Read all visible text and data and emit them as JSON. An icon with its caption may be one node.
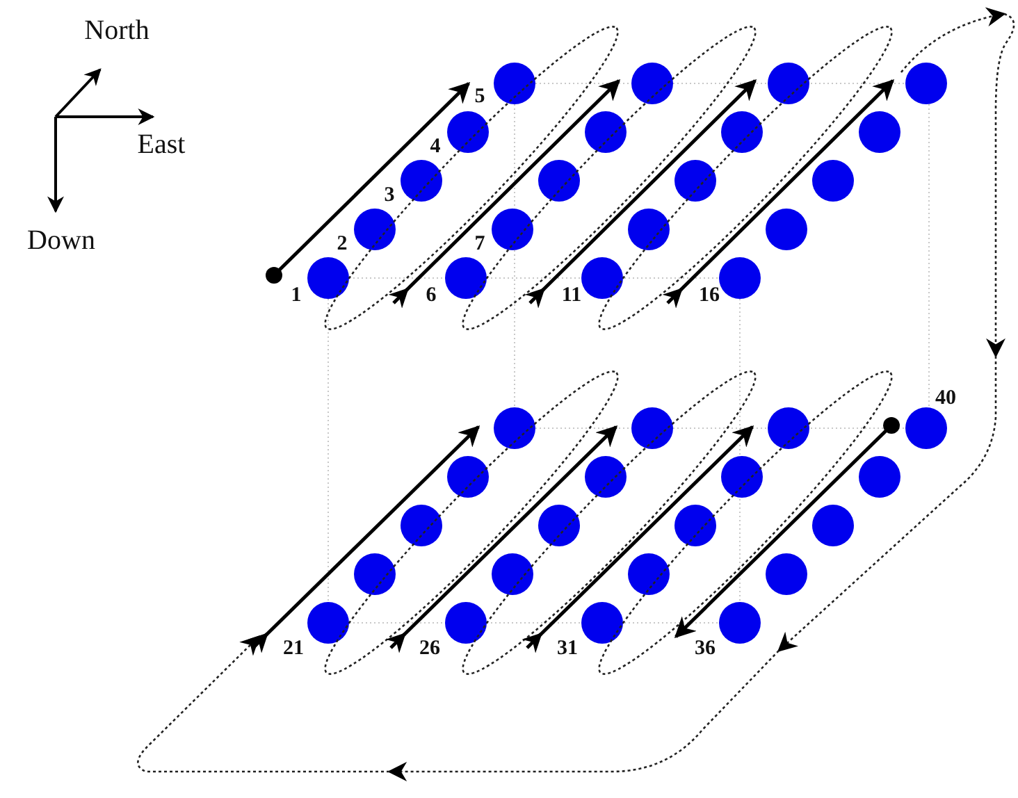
{
  "diagram": {
    "labels": [
      "North",
      "East",
      "Down",
      "5",
      "4",
      "3",
      "2",
      "7",
      "1",
      "6",
      "11",
      "16",
      "40",
      "21",
      "26",
      "31",
      "36"
    ]
  }
}
